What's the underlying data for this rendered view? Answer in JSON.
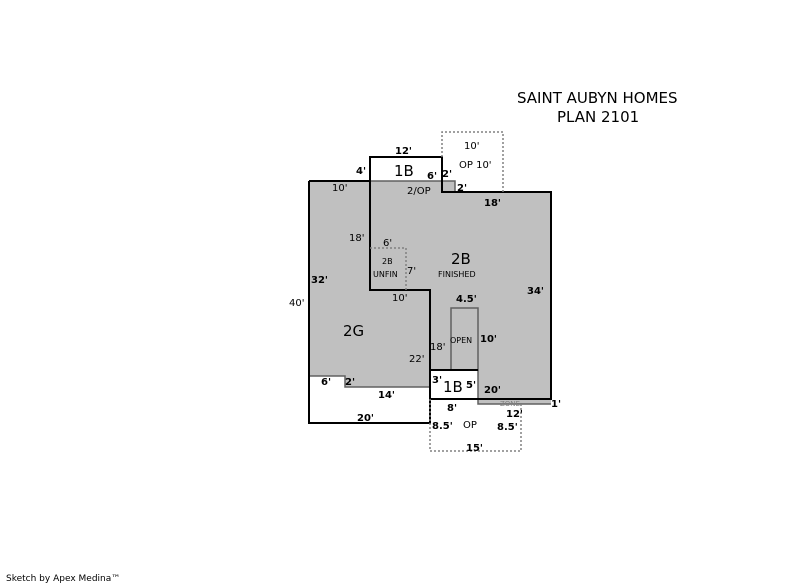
{
  "header": {
    "company": "SAINT AUBYN HOMES",
    "plan": "PLAN 2101"
  },
  "credit": "Sketch by Apex Medina™",
  "colors": {
    "fill": "#c0c0c0",
    "line": "#000000",
    "dotted": "#808080"
  },
  "areas": {
    "r1b_top": "1B",
    "op_top": "OP 10'",
    "op_2": "2/OP",
    "r2b": "2B",
    "finished": "FINISHED",
    "unfin_a": "2B",
    "unfin_b": "UNFIN",
    "garage": "2G",
    "open": "OPEN",
    "r1b_bottom": "1B",
    "op_bottom": "OP",
    "zone": "ZONE"
  },
  "dims": {
    "d12a": "12'",
    "d4": "4'",
    "d10a": "10'",
    "d10top": "10'",
    "d6a": "6'",
    "d2a": "2'",
    "d2b": "2'",
    "d18a": "18'",
    "d18b": "18'",
    "d6b": "6'",
    "d7": "7'",
    "d32": "32'",
    "d40": "40'",
    "d34": "34'",
    "d10b": "10'",
    "d45": "4.5'",
    "d10c": "10'",
    "d18c": "18'",
    "d22": "22'",
    "d6c": "6'",
    "d2c": "2'",
    "d14": "14'",
    "d3": "3'",
    "d5": "5'",
    "d20a": "20'",
    "d1": "1'",
    "d8": "8'",
    "d20b": "20'",
    "d12b": "12'",
    "d85a": "8.5'",
    "d85b": "8.5'",
    "d15": "15'"
  }
}
